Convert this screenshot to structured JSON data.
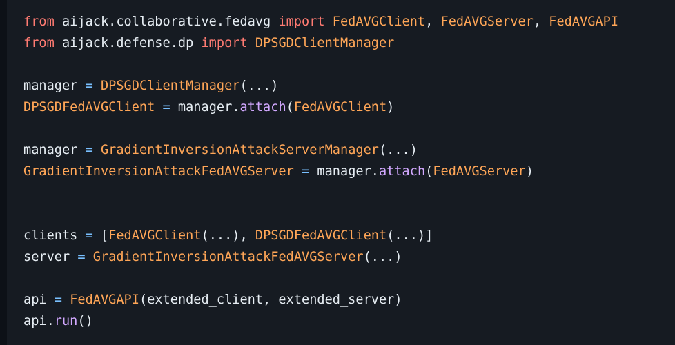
{
  "colors": {
    "background": "#0d1117",
    "code_background": "#161b22",
    "keyword": "#ff7b72",
    "class_name": "#ffa657",
    "function_call": "#d2a8ff",
    "operator": "#79c0ff",
    "text": "#e6edf3"
  },
  "code": {
    "lines": [
      [
        {
          "t": "from",
          "k": "kw"
        },
        {
          "t": " aijack.collaborative.fedavg ",
          "k": "txt"
        },
        {
          "t": "import",
          "k": "kw"
        },
        {
          "t": " ",
          "k": "txt"
        },
        {
          "t": "FedAVGClient",
          "k": "cls"
        },
        {
          "t": ", ",
          "k": "txt"
        },
        {
          "t": "FedAVGServer",
          "k": "cls"
        },
        {
          "t": ", ",
          "k": "txt"
        },
        {
          "t": "FedAVGAPI",
          "k": "cls"
        }
      ],
      [
        {
          "t": "from",
          "k": "kw"
        },
        {
          "t": " aijack.defense.dp ",
          "k": "txt"
        },
        {
          "t": "import",
          "k": "kw"
        },
        {
          "t": " ",
          "k": "txt"
        },
        {
          "t": "DPSGDClientManager",
          "k": "cls"
        }
      ],
      [],
      [
        {
          "t": "manager ",
          "k": "txt"
        },
        {
          "t": "=",
          "k": "op"
        },
        {
          "t": " ",
          "k": "txt"
        },
        {
          "t": "DPSGDClientManager",
          "k": "cls"
        },
        {
          "t": "(...)",
          "k": "txt"
        }
      ],
      [
        {
          "t": "DPSGDFedAVGClient",
          "k": "cls"
        },
        {
          "t": " ",
          "k": "txt"
        },
        {
          "t": "=",
          "k": "op"
        },
        {
          "t": " manager.",
          "k": "txt"
        },
        {
          "t": "attach",
          "k": "fn"
        },
        {
          "t": "(",
          "k": "txt"
        },
        {
          "t": "FedAVGClient",
          "k": "cls"
        },
        {
          "t": ")",
          "k": "txt"
        }
      ],
      [],
      [
        {
          "t": "manager ",
          "k": "txt"
        },
        {
          "t": "=",
          "k": "op"
        },
        {
          "t": " ",
          "k": "txt"
        },
        {
          "t": "GradientInversionAttackServerManager",
          "k": "cls"
        },
        {
          "t": "(...)",
          "k": "txt"
        }
      ],
      [
        {
          "t": "GradientInversionAttackFedAVGServer",
          "k": "cls"
        },
        {
          "t": " ",
          "k": "txt"
        },
        {
          "t": "=",
          "k": "op"
        },
        {
          "t": " manager.",
          "k": "txt"
        },
        {
          "t": "attach",
          "k": "fn"
        },
        {
          "t": "(",
          "k": "txt"
        },
        {
          "t": "FedAVGServer",
          "k": "cls"
        },
        {
          "t": ")",
          "k": "txt"
        }
      ],
      [],
      [],
      [
        {
          "t": "clients ",
          "k": "txt"
        },
        {
          "t": "=",
          "k": "op"
        },
        {
          "t": " [",
          "k": "txt"
        },
        {
          "t": "FedAVGClient",
          "k": "cls"
        },
        {
          "t": "(...), ",
          "k": "txt"
        },
        {
          "t": "DPSGDFedAVGClient",
          "k": "cls"
        },
        {
          "t": "(...)]",
          "k": "txt"
        }
      ],
      [
        {
          "t": "server ",
          "k": "txt"
        },
        {
          "t": "=",
          "k": "op"
        },
        {
          "t": " ",
          "k": "txt"
        },
        {
          "t": "GradientInversionAttackFedAVGServer",
          "k": "cls"
        },
        {
          "t": "(...)",
          "k": "txt"
        }
      ],
      [],
      [
        {
          "t": "api ",
          "k": "txt"
        },
        {
          "t": "=",
          "k": "op"
        },
        {
          "t": " ",
          "k": "txt"
        },
        {
          "t": "FedAVGAPI",
          "k": "cls"
        },
        {
          "t": "(extended_client, extended_server)",
          "k": "txt"
        }
      ],
      [
        {
          "t": "api.",
          "k": "txt"
        },
        {
          "t": "run",
          "k": "fn"
        },
        {
          "t": "()",
          "k": "txt"
        }
      ]
    ]
  }
}
